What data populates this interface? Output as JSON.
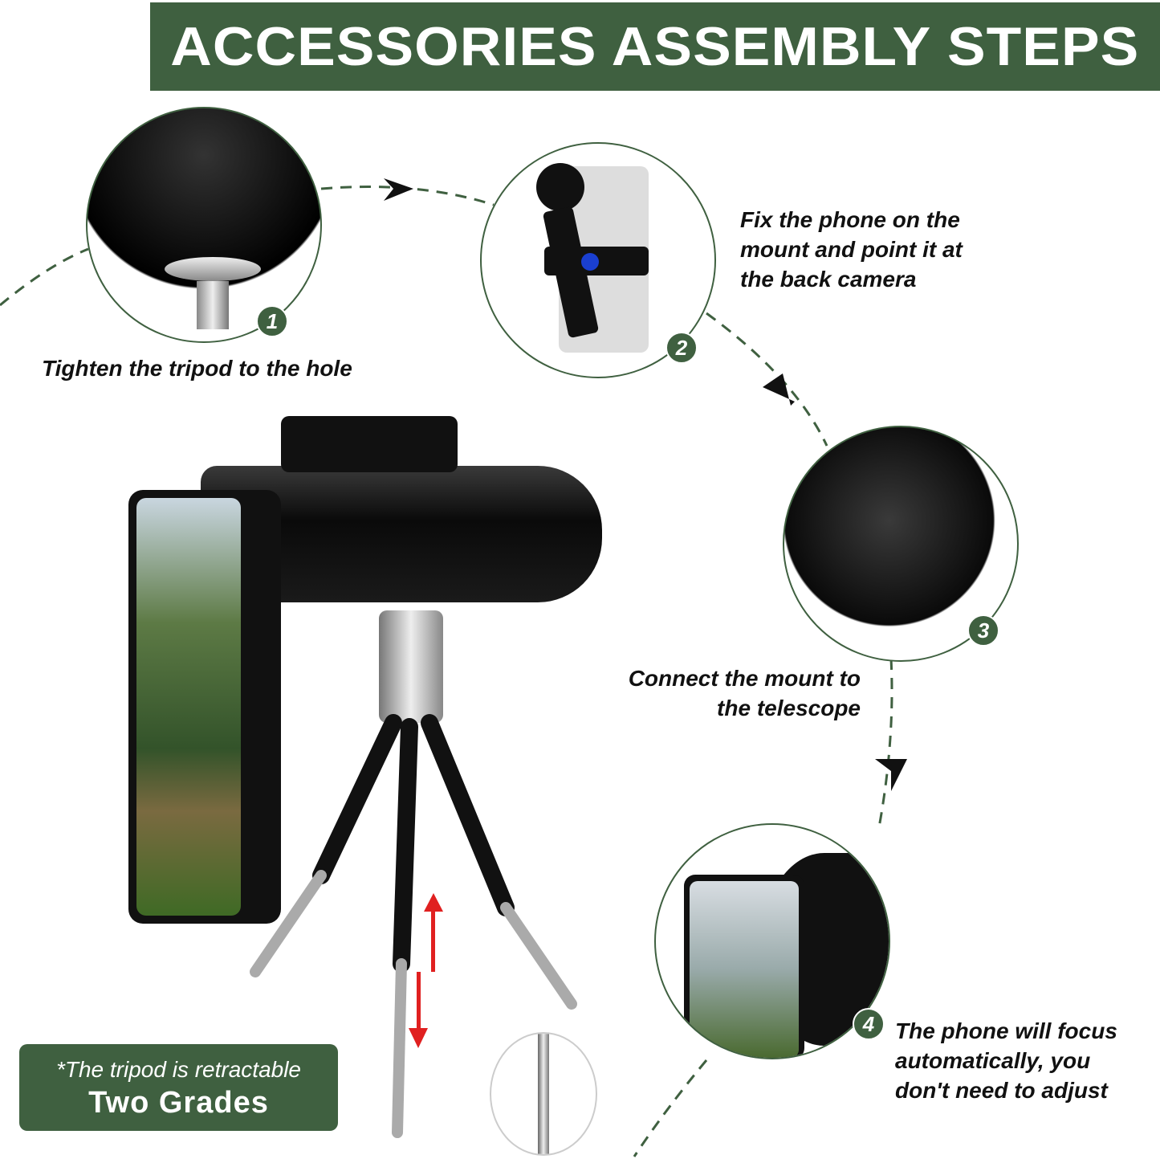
{
  "header": {
    "title": "ACCESSORIES ASSEMBLY STEPS"
  },
  "colors": {
    "accent": "#3f6040",
    "text": "#111111",
    "arrow_red": "#e02020"
  },
  "steps": [
    {
      "number": "1",
      "caption": "Tighten the tripod to the hole"
    },
    {
      "number": "2",
      "caption_lines": [
        "Fix the phone on the",
        "mount and point it at",
        "the back camera"
      ]
    },
    {
      "number": "3",
      "caption_lines": [
        "Connect the mount to",
        "the telescope"
      ]
    },
    {
      "number": "4",
      "caption_lines": [
        "The phone will focus",
        "automatically, you",
        "don't need to adjust"
      ]
    }
  ],
  "note": {
    "line1": "*The tripod is retractable",
    "line2": "Two Grades"
  }
}
